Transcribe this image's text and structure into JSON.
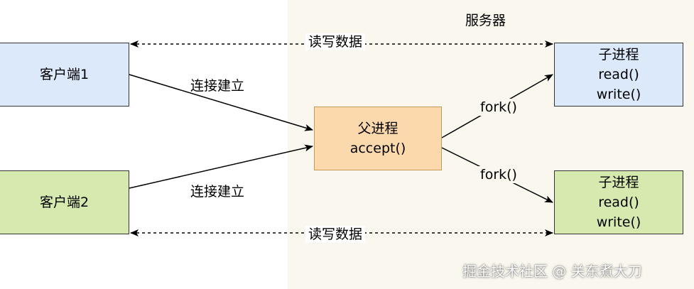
{
  "server_label": "服务器",
  "client1": {
    "label": "客户端1"
  },
  "client2": {
    "label": "客户端2"
  },
  "parent": {
    "line1": "父进程",
    "line2": "accept()"
  },
  "child1": {
    "line1": "子进程",
    "line2": "read()",
    "line3": "write()"
  },
  "child2": {
    "line1": "子进程",
    "line2": "read()",
    "line3": "write()"
  },
  "edges": {
    "read_write_top": "读写数据",
    "read_write_bottom": "读写数据",
    "connect1": "连接建立",
    "connect2": "连接建立",
    "fork1": "fork()",
    "fork2": "fork()"
  },
  "watermark": "掘金技术社区 @ 关东煮大刀",
  "colors": {
    "server_bg": "#f9f7ee",
    "client1_fill": "#dbe9fb",
    "client2_fill": "#d6eaaf",
    "parent_fill": "#fbd9ad",
    "child1_fill": "#dbe9fb",
    "child2_fill": "#d6eaaf"
  }
}
